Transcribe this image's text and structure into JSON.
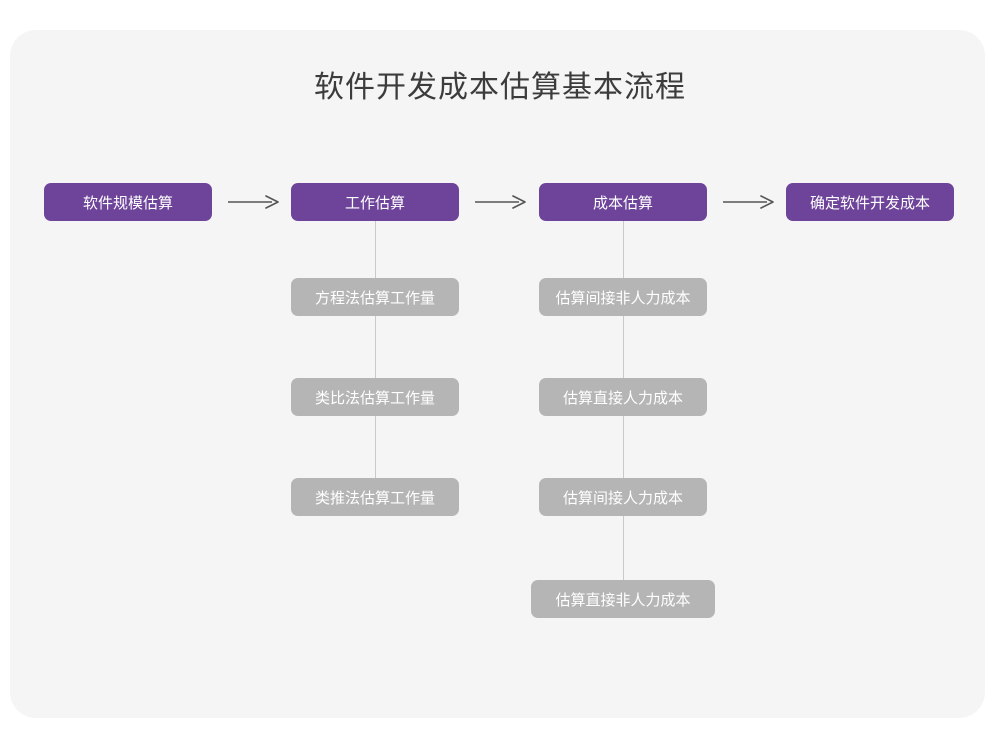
{
  "title": "软件开发成本估算基本流程",
  "colors": {
    "stage_fill": "#6d4499",
    "sub_fill": "#b5b5b5",
    "card_background": "#f5f5f5",
    "connector": "#c9c9c9",
    "arrow": "#555555",
    "title_text": "#3c3c3c",
    "box_text": "#ffffff"
  },
  "stages": [
    {
      "label": "软件规模估算"
    },
    {
      "label": "工作估算"
    },
    {
      "label": "成本估算"
    },
    {
      "label": "确定软件开发成本"
    }
  ],
  "arrows": [
    {
      "name": "arrow-right-icon"
    },
    {
      "name": "arrow-right-icon"
    },
    {
      "name": "arrow-right-icon"
    }
  ],
  "substeps_left": [
    {
      "label": "方程法估算工作量"
    },
    {
      "label": "类比法估算工作量"
    },
    {
      "label": "类推法估算工作量"
    }
  ],
  "substeps_right": [
    {
      "label": "估算间接非人力成本"
    },
    {
      "label": "估算直接人力成本"
    },
    {
      "label": "估算间接人力成本"
    },
    {
      "label": "估算直接非人力成本"
    }
  ],
  "chart_data": {
    "type": "diagram",
    "title": "软件开发成本估算基本流程",
    "flow": [
      "软件规模估算",
      "工作估算",
      "成本估算",
      "确定软件开发成本"
    ],
    "branches": {
      "工作估算": [
        "方程法估算工作量",
        "类比法估算工作量",
        "类推法估算工作量"
      ],
      "成本估算": [
        "估算间接非人力成本",
        "估算直接人力成本",
        "估算间接人力成本",
        "估算直接非人力成本"
      ]
    }
  }
}
